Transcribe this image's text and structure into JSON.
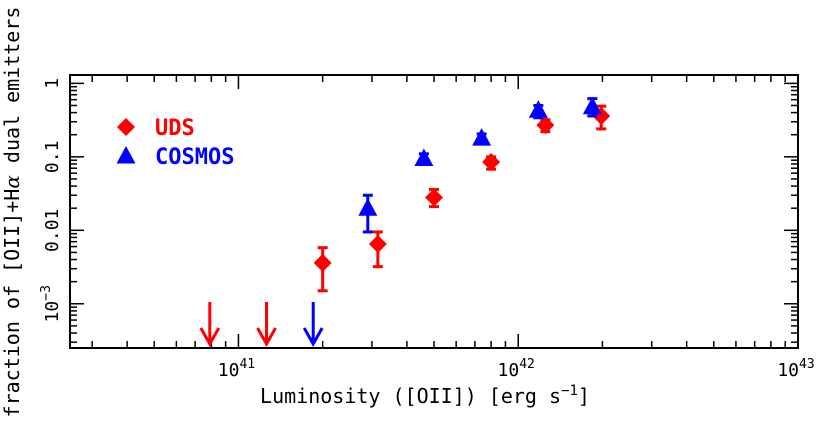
{
  "chart_data": {
    "type": "scatter",
    "xlabel": "Luminosity ([OII]) [erg s",
    "xlabel_sup": "−1",
    "xlabel_close": "]",
    "ylabel_pre": "fraction of [OII]+H",
    "ylabel_alpha": "α",
    "ylabel_post": " dual emitters",
    "x_scale": "log",
    "y_scale": "log",
    "xlim": [
      2.5e+40,
      1e+43
    ],
    "ylim": [
      0.00025,
      1.3
    ],
    "x_ticks": [
      {
        "value": 1e+41,
        "base": "10",
        "exp": "41"
      },
      {
        "value": 1e+42,
        "base": "10",
        "exp": "42"
      },
      {
        "value": 1e+43,
        "base": "10",
        "exp": "43"
      }
    ],
    "y_ticks": [
      {
        "value": 1,
        "label": "1"
      },
      {
        "value": 0.1,
        "label": "0.1"
      },
      {
        "value": 0.01,
        "label": "0.01"
      },
      {
        "value": 0.001,
        "label": "10",
        "exp": "−3"
      }
    ],
    "legend_position": "top-left",
    "series": [
      {
        "name": "UDS",
        "color": "#ff0000",
        "marker": "diamond",
        "points": [
          {
            "x": 2e+41,
            "y": 0.0036,
            "ylo": 0.0015,
            "yhi": 0.0058
          },
          {
            "x": 3.15e+41,
            "y": 0.0065,
            "ylo": 0.0032,
            "yhi": 0.0095
          },
          {
            "x": 5e+41,
            "y": 0.028,
            "ylo": 0.021,
            "yhi": 0.036
          },
          {
            "x": 8e+41,
            "y": 0.085,
            "ylo": 0.068,
            "yhi": 0.1
          },
          {
            "x": 1.25e+42,
            "y": 0.27,
            "ylo": 0.22,
            "yhi": 0.32
          },
          {
            "x": 1.98e+42,
            "y": 0.36,
            "ylo": 0.24,
            "yhi": 0.49
          }
        ],
        "upper_limit_arrows_x": [
          7.9e+40,
          1.26e+41
        ]
      },
      {
        "name": "COSMOS",
        "color": "#0000ff",
        "marker": "triangle",
        "points": [
          {
            "x": 2.9e+41,
            "y": 0.02,
            "ylo": 0.0095,
            "yhi": 0.03
          },
          {
            "x": 4.6e+41,
            "y": 0.095,
            "ylo": 0.079,
            "yhi": 0.11
          },
          {
            "x": 7.4e+41,
            "y": 0.18,
            "ylo": 0.155,
            "yhi": 0.205
          },
          {
            "x": 1.18e+42,
            "y": 0.43,
            "ylo": 0.34,
            "yhi": 0.5
          },
          {
            "x": 1.84e+42,
            "y": 0.48,
            "ylo": 0.36,
            "yhi": 0.62
          }
        ],
        "upper_limit_arrows_x": [
          1.85e+41
        ]
      }
    ]
  }
}
